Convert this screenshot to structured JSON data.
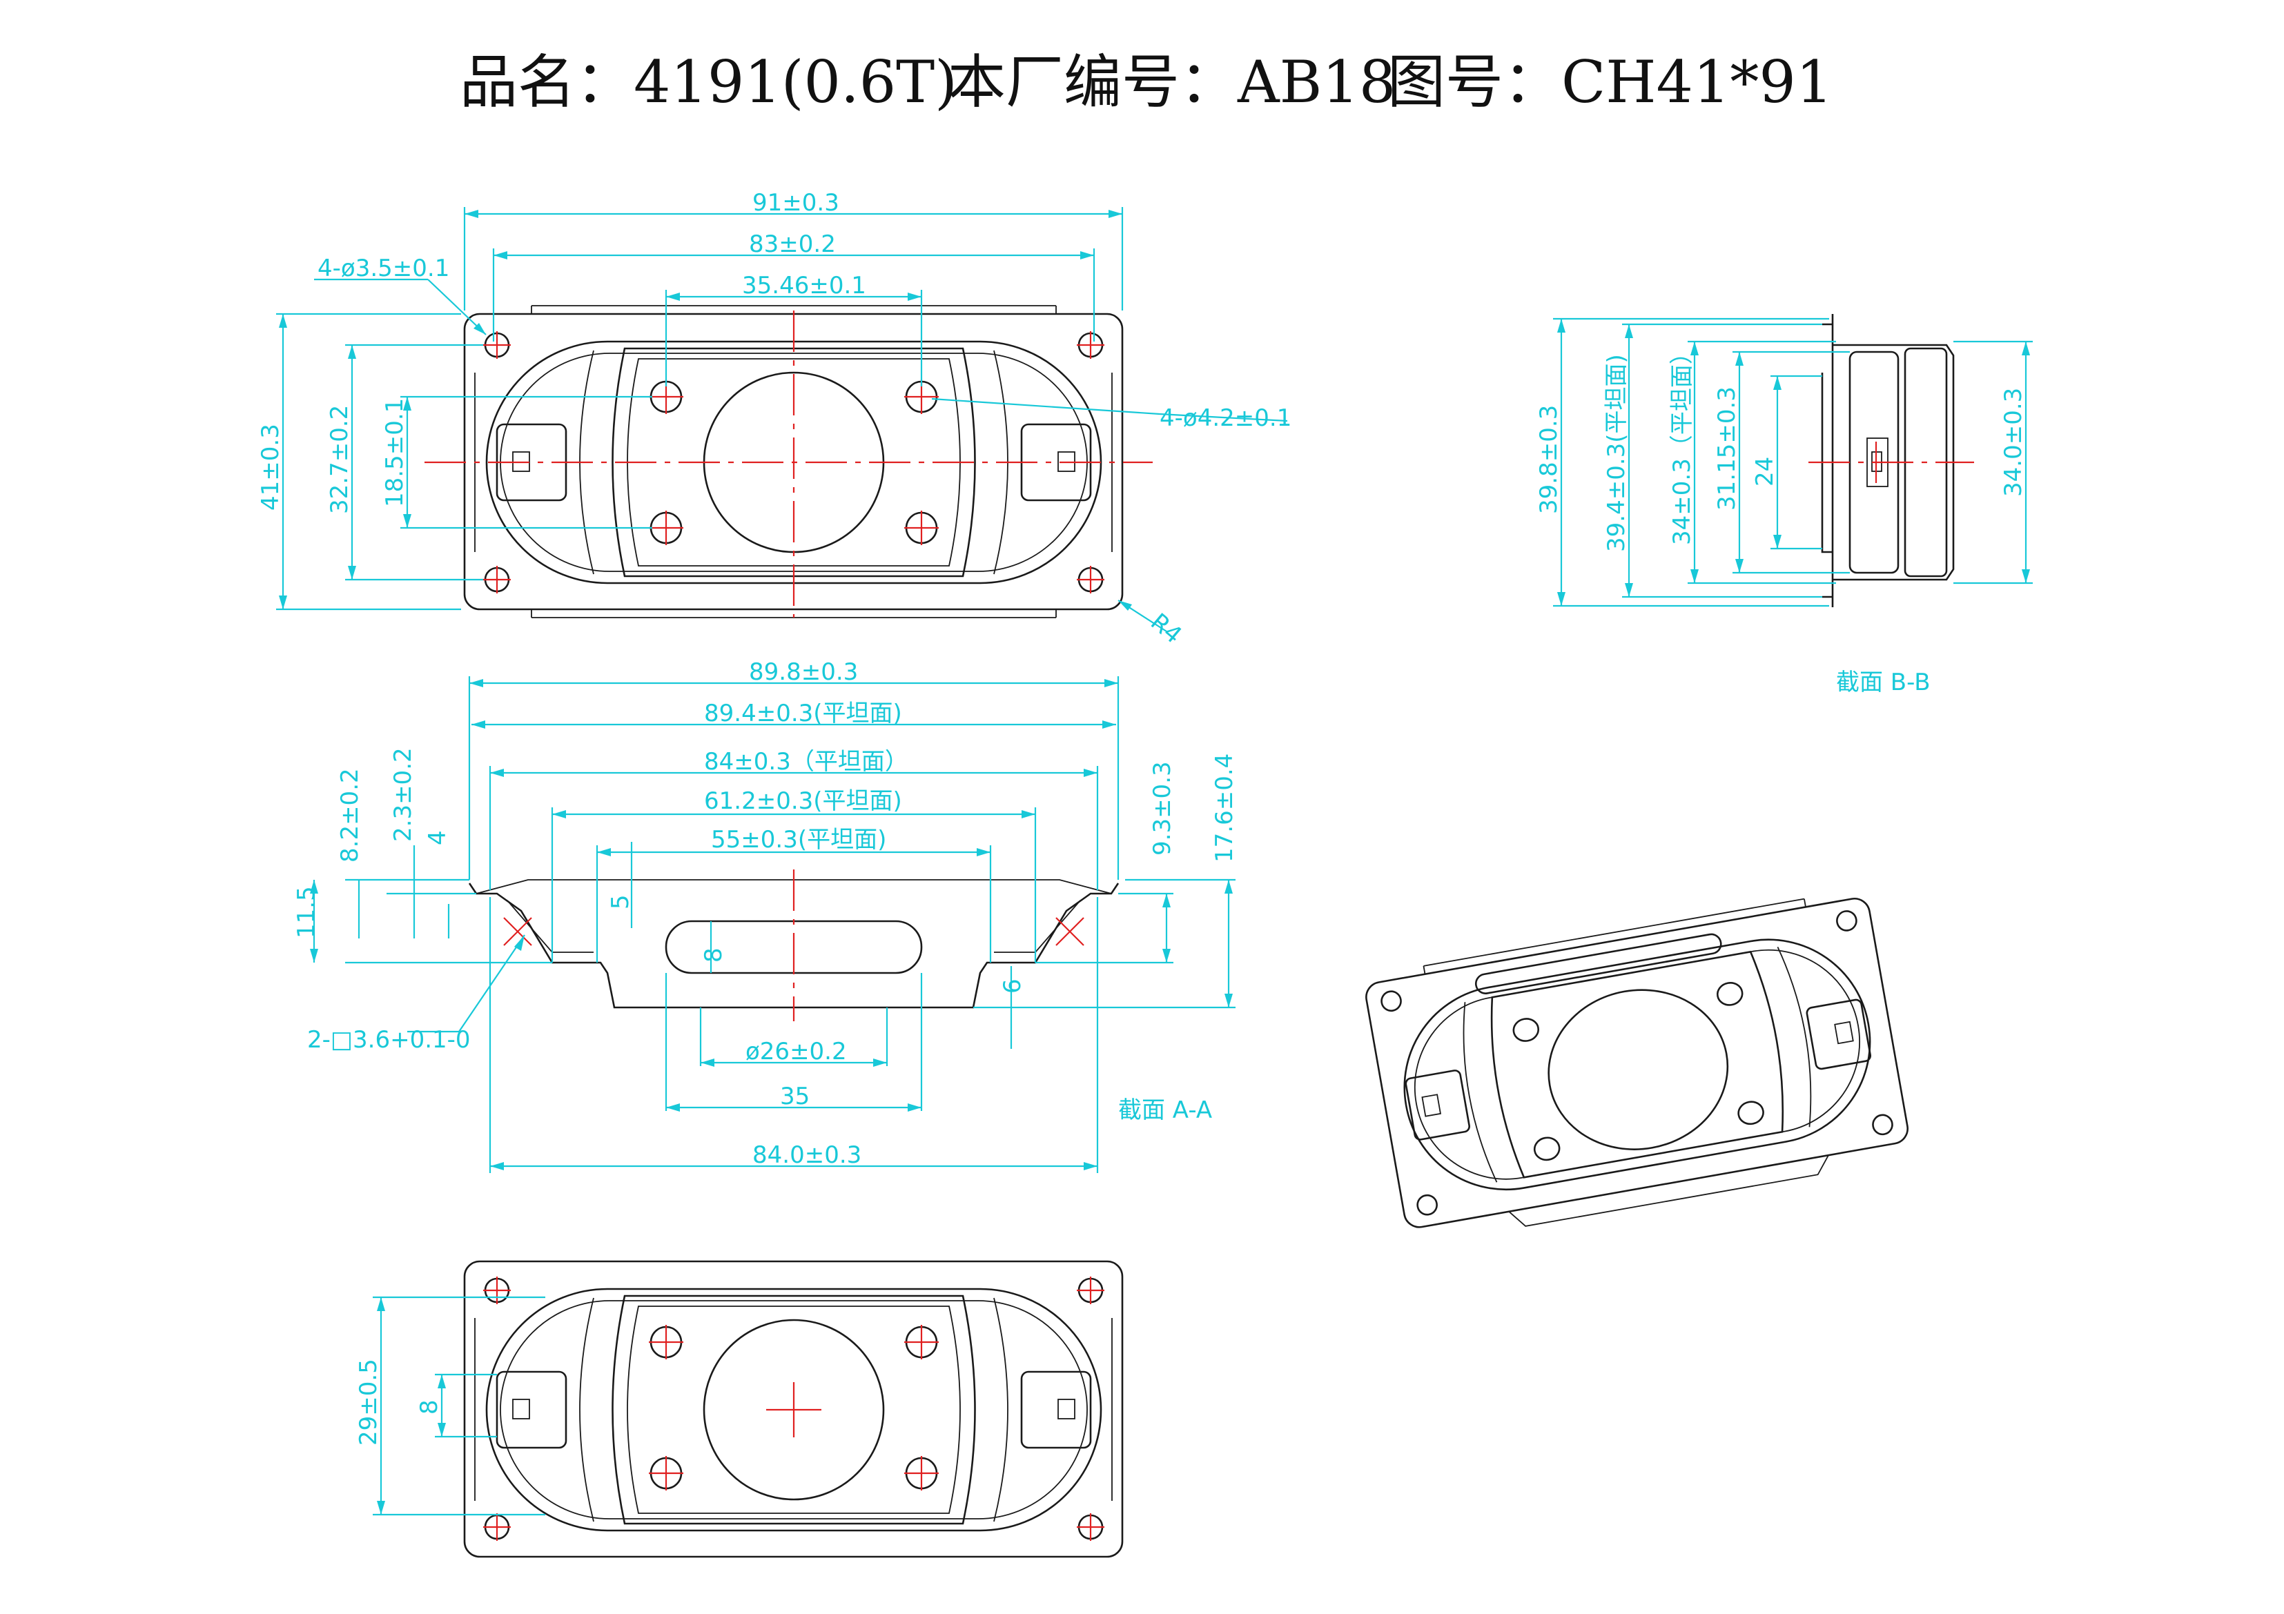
{
  "title": {
    "product_name": "品名：4191(0.6T)",
    "factory_no": "本厂编号：AB18",
    "drawing_no": "图号：CH41*91"
  },
  "top_view": {
    "width_overall": "91±0.3",
    "width_inner": "83±0.2",
    "screw_pitch_x": "35.46±0.1",
    "corner_holes": "4-ø3.5±0.1",
    "center_holes": "4-ø4.2±0.1",
    "height_overall": "41±0.3",
    "hole_pitch_y": "32.7±0.2",
    "screw_pitch_y": "18.5±0.1",
    "radius": "R4"
  },
  "section_aa": {
    "w1": "89.8±0.3",
    "w2": "89.4±0.3(平坦面)",
    "w3": "84±0.3（平坦面）",
    "w4": "61.2±0.3(平坦面)",
    "w5": "55±0.3(平坦面)",
    "h_8_2": "8.2±0.2",
    "h_2_3": "2.3±0.2",
    "h_4": "4",
    "h_5": "5",
    "h_11_5": "11.5",
    "h_9_3": "9.3±0.3",
    "h_17_6": "17.6±0.4",
    "h_8": "8",
    "h_6": "6",
    "terminal": "2-□3.6+0.1-0",
    "magnet_dia": "ø26±0.2",
    "w_35": "35",
    "w_84": "84.0±0.3",
    "label": "截面 A-A"
  },
  "section_bb": {
    "h1": "39.8±0.3",
    "h2": "39.4±0.3(平坦面)",
    "h3": "34±0.3（平坦面）",
    "h4": "31.15±0.3",
    "h5": "24",
    "h6": "34.0±0.3",
    "label": "截面 B-B"
  },
  "bottom_view": {
    "h_29": "29±0.5",
    "h_8": "8"
  }
}
